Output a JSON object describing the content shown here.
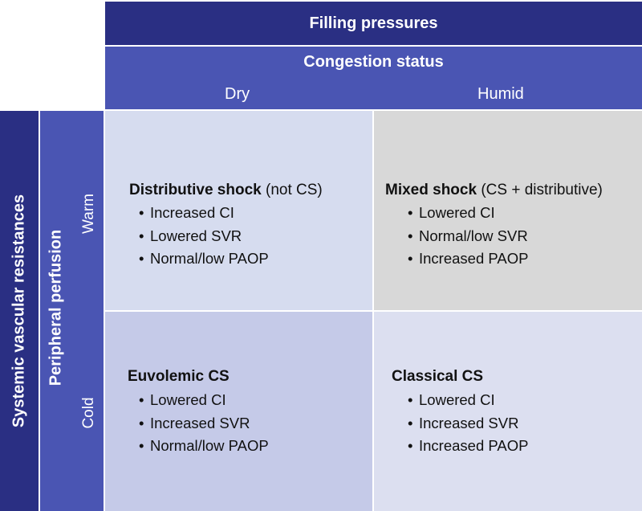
{
  "header": {
    "filling_pressures": "Filling pressures",
    "congestion_status": "Congestion status",
    "col_dry": "Dry",
    "col_humid": "Humid"
  },
  "side": {
    "systemic_vascular_resistances": "Systemic vascular resistances",
    "peripheral_perfusion": "Peripheral perfusion",
    "row_warm": "Warm",
    "row_cold": "Cold"
  },
  "quadrants": {
    "warm_dry": {
      "title": "Distributive shock",
      "qualifier": " (not CS)",
      "items": [
        "Increased CI",
        "Lowered SVR",
        "Normal/low PAOP"
      ]
    },
    "warm_humid": {
      "title": "Mixed shock",
      "qualifier": " (CS + distributive)",
      "items": [
        "Lowered CI",
        "Normal/low SVR",
        "Increased PAOP"
      ]
    },
    "cold_dry": {
      "title": "Euvolemic CS",
      "qualifier": "",
      "items": [
        "Lowered CI",
        "Increased SVR",
        "Normal/low PAOP"
      ]
    },
    "cold_humid": {
      "title": "Classical CS",
      "qualifier": "",
      "items": [
        "Lowered CI",
        "Increased SVR",
        "Increased PAOP"
      ]
    }
  }
}
